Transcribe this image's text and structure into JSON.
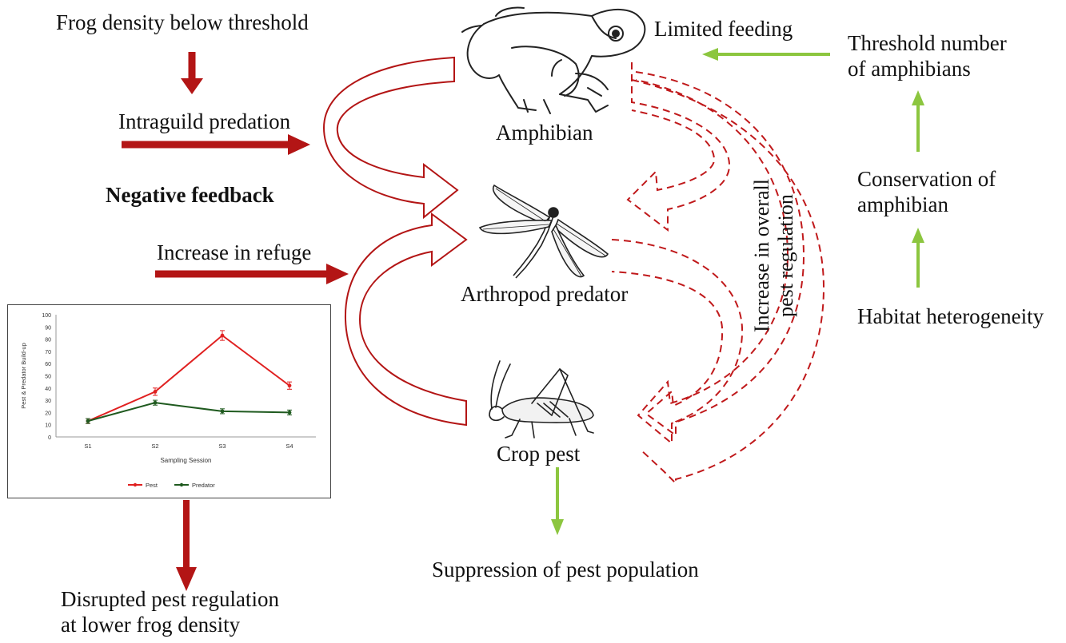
{
  "labels": {
    "frog_density": "Frog density  below threshold",
    "intraguild": "Intraguild  predation",
    "negative_feedback": "Negative feedback",
    "increase_refuge": "Increase  in refuge",
    "disrupted": "Disrupted pest regulation\nat lower frog density",
    "amphibian": "Amphibian",
    "arthropod": "Arthropod  predator",
    "crop_pest": "Crop pest",
    "suppression": "Suppression  of pest population",
    "limited_feeding": "Limited feeding",
    "threshold": "Threshold  number\nof amphibians",
    "conservation": "Conservation  of\namphibian",
    "habitat": "Habitat heterogeneity",
    "overall": "Increase  in overall\npest regulation"
  },
  "colors": {
    "red_arrow": "#b31515",
    "green_arrow": "#8cc63f",
    "pest_line": "#e02020",
    "predator_line": "#1f5a1f",
    "dashed": "#c0191b"
  },
  "icons": [
    "frog-icon",
    "dragonfly-icon",
    "grasshopper-icon"
  ],
  "chart_data": {
    "type": "line",
    "categories": [
      "S1",
      "S2",
      "S3",
      "S4"
    ],
    "series": [
      {
        "name": "Pest",
        "values": [
          13,
          37,
          83,
          42
        ],
        "errors": [
          2,
          3,
          4,
          3
        ],
        "color": "#e02020"
      },
      {
        "name": "Predator",
        "values": [
          13,
          28,
          21,
          20
        ],
        "errors": [
          2,
          2,
          2,
          2
        ],
        "color": "#1f5a1f"
      }
    ],
    "title": "",
    "xlabel": "Sampling Session",
    "ylabel": "Pest & Predator Build-up",
    "ylim": [
      0,
      100
    ],
    "yticks": [
      0,
      10,
      20,
      30,
      40,
      50,
      60,
      70,
      80,
      90,
      100
    ],
    "grid": false,
    "legend": "bottom"
  }
}
